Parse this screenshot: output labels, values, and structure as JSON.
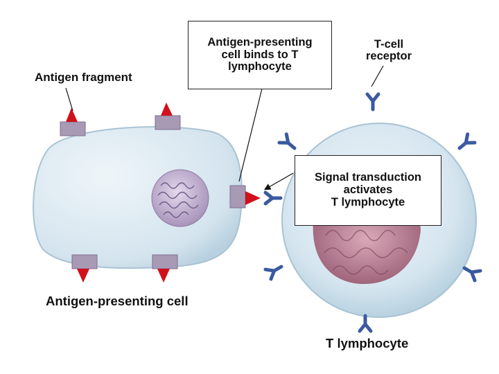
{
  "labels": {
    "antigen_fragment": "Antigen fragment",
    "apc_cell": "Antigen-presenting cell",
    "t_lymphocyte": "T lymphocyte",
    "t_cell_receptor_line1": "T-cell",
    "t_cell_receptor_line2": "receptor"
  },
  "boxes": {
    "binding": [
      "Antigen-presenting",
      "cell binds to T",
      "lymphocyte"
    ],
    "signal": [
      "Signal transduction",
      "activates",
      "T lymphocyte"
    ]
  },
  "colors": {
    "apc_fill": "#dbe9f1",
    "t_cell_fill": "#dbe8f1",
    "cell_stroke": "#a9c3d3",
    "nucleus_apc": "#c9b8d6",
    "nucleus_t": "#b47e92",
    "antigen": "#d0111b",
    "mhc": "#a899b5",
    "receptor": "#3a5aa0"
  },
  "icons": [
    "antigen-fragment-icon",
    "mhc-protein-icon",
    "t-cell-receptor-icon"
  ]
}
